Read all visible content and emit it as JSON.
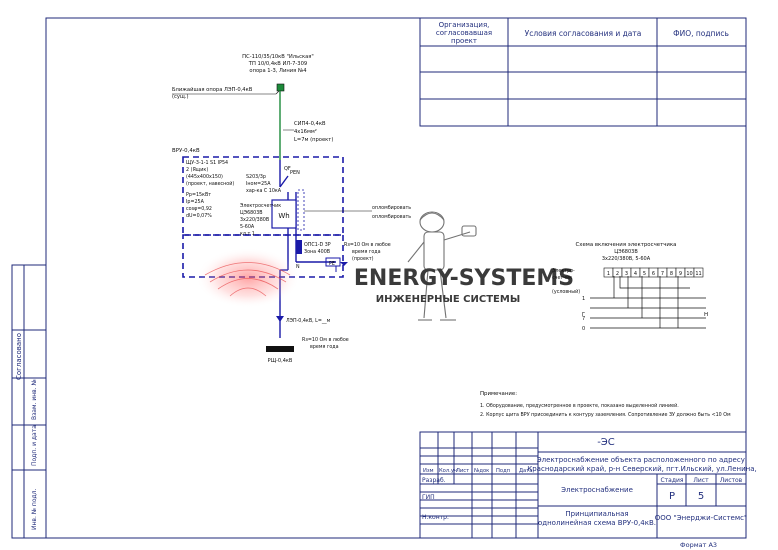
{
  "approval_table": {
    "col1_header_l1": "Организация,",
    "col1_header_l2": "согласовавшая",
    "col1_header_l3": "проект",
    "col2_header": "Условия согласования и дата",
    "col3_header": "ФИО, подпись"
  },
  "side_stamp": {
    "label_agreed": "Согласовано",
    "label_inv_orig": "Инв. № подл.",
    "label_sign_date": "Подп. и дата",
    "label_replace_inv": "Взам. инв. №"
  },
  "diagram": {
    "source_l1": "ПС-110/35/10кВ \"Ильская\"",
    "source_l2": "ТП 10/0,4кВ ИЛ-7-309",
    "source_l3": "опора 1-3, Линия №4",
    "nearest_pole_l1": "Ближайшая опора ЛЭП-0,4кВ",
    "nearest_pole_l2": "(сущ.)",
    "cable_l1": "СИП4-0,4кВ",
    "cable_l2": "4х16мм²",
    "cable_l3": "L=7м (проект)",
    "vru_title": "ВРУ-0,4кВ",
    "vru_l1": "ЩУ-3-1-1 S1 IP54",
    "vru_l2": "2 (Ящик)",
    "vru_l3": "(445х400х150)",
    "vru_l4": "(проект, навесной)",
    "vru_l5": "Рр=15кВт",
    "vru_l6": "Iр=25А",
    "vru_l7": "cosφ=0,92",
    "vru_l8": "dU=0,07%",
    "breaker_l1": "S203/3р",
    "breaker_l2": "Iном=25А",
    "breaker_l3": "хар-ка С 10кА",
    "meter_l1": "Электросчетчик",
    "meter_l2": "ЦЭ6803В",
    "meter_l3": "3х220/380В",
    "meter_l4": "5-60А",
    "meter_l5": "кл.т 1",
    "meter_symbol": "Wh",
    "qf_label": "QF",
    "pe_label": "PEN",
    "n_label": "N",
    "uzip_l1": "ОПС1-D 3Р",
    "uzip_l2": "Зона 400В",
    "pe_bus": "РЕ",
    "ground_l1": "Rз=10 Ом в любое",
    "ground_l2": "время года",
    "ground_l3": "(проект)",
    "seal_l1": "опломбировать",
    "seal_l2": "опломбировать",
    "out_cable": "ЛЭП-0,4кВ, L=__м",
    "out_ground_l1": "Rз=10 Ом в любое",
    "out_ground_l2": "время года",
    "rsh_label": "РЩ-0,4кВ"
  },
  "connection_scheme": {
    "title": "Схема включения электросчетчика",
    "model": "ЦЭ6803В",
    "rating": "3х220/380В, 5-60А",
    "term_l1": "Электро-",
    "term_l2": "счетчик",
    "term_l3": "(условный)",
    "terminals": [
      "1",
      "2",
      "3",
      "4",
      "5",
      "6",
      "7",
      "8",
      "9",
      "10",
      "11"
    ],
    "phase_a": "1",
    "phase_b": "Г",
    "phase_c": "7",
    "neutral": "0",
    "load_label": "Н"
  },
  "notes": {
    "title": "Примечание:",
    "n1": "1. Оборудование, предусмотренное в проекте, показано выделенной линией.",
    "n2": "2. Корпус щита ВРУ присоединить к контуру заземления. Сопротивление ЗУ должно быть <10 Ом"
  },
  "watermark": {
    "brand": "ENERGY-SYSTEMS",
    "tagline": "ИНЖЕНЕРНЫЕ СИСТЕМЫ"
  },
  "title_block": {
    "code": "-ЭС",
    "object_l1": "Электроснабжение объекта расположенного по адресу:",
    "object_l2": "Краснодарский край, р-н Северский, пгт.Ильский, ул.Ленина,",
    "section": "Электроснабжение",
    "stage_header": "Стадия",
    "sheet_header": "Лист",
    "sheets_header": "Листов",
    "stage": "Р",
    "sheet": "5",
    "sheets": "",
    "drawing_l1": "Принципиальная",
    "drawing_l2": "однолинейная схема ВРУ-0,4кВ.",
    "company": "ООО \"Энерджи-Системс\"",
    "col_change": "Изм",
    "col_qty": "Кол.уч",
    "col_sheet": "Лист",
    "col_doc": "№док",
    "col_sign": "Подп",
    "col_date": "Дата",
    "role_dev": "Разраб.",
    "role_gip": "ГИП",
    "role_norm": "Н.контр.",
    "format": "Формат А3"
  },
  "colors": {
    "frame": "#1f2a7a",
    "line": "#1a1aa8",
    "ground_green": "#1c8a3a",
    "accent_red": "#e8474a"
  }
}
